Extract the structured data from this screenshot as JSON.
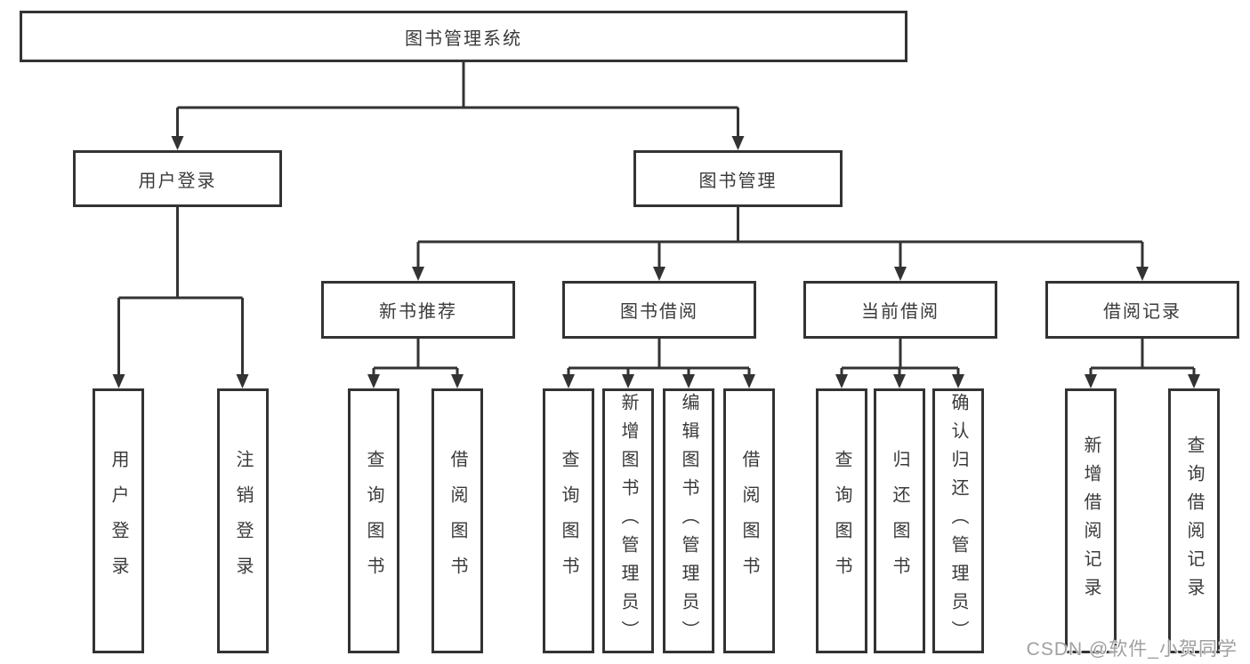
{
  "nodes": {
    "root": "图书管理系统",
    "l2": [
      "用户登录",
      "图书管理"
    ],
    "l3": [
      "新书推荐",
      "图书借阅",
      "当前借阅",
      "借阅记录"
    ],
    "leaves": {
      "user_login": [
        "用户登录",
        "注销登录"
      ],
      "new_book": [
        "查询图书",
        "借阅图书"
      ],
      "book_borrow": [
        "查询图书",
        "新增图书（管理员）",
        "编辑图书（管理员）",
        "借阅图书"
      ],
      "current_borrow": [
        "查询图书",
        "归还图书",
        "确认归还（管理员）"
      ],
      "borrow_records": [
        "新增借阅记录",
        "查询借阅记录"
      ]
    }
  },
  "watermark": "CSDN @软件_小贺同学",
  "colors": {
    "line": "#333333",
    "border": "#333333",
    "text": "#3a3a3a",
    "watermark": "#a0a0a0",
    "background": "#ffffff"
  }
}
